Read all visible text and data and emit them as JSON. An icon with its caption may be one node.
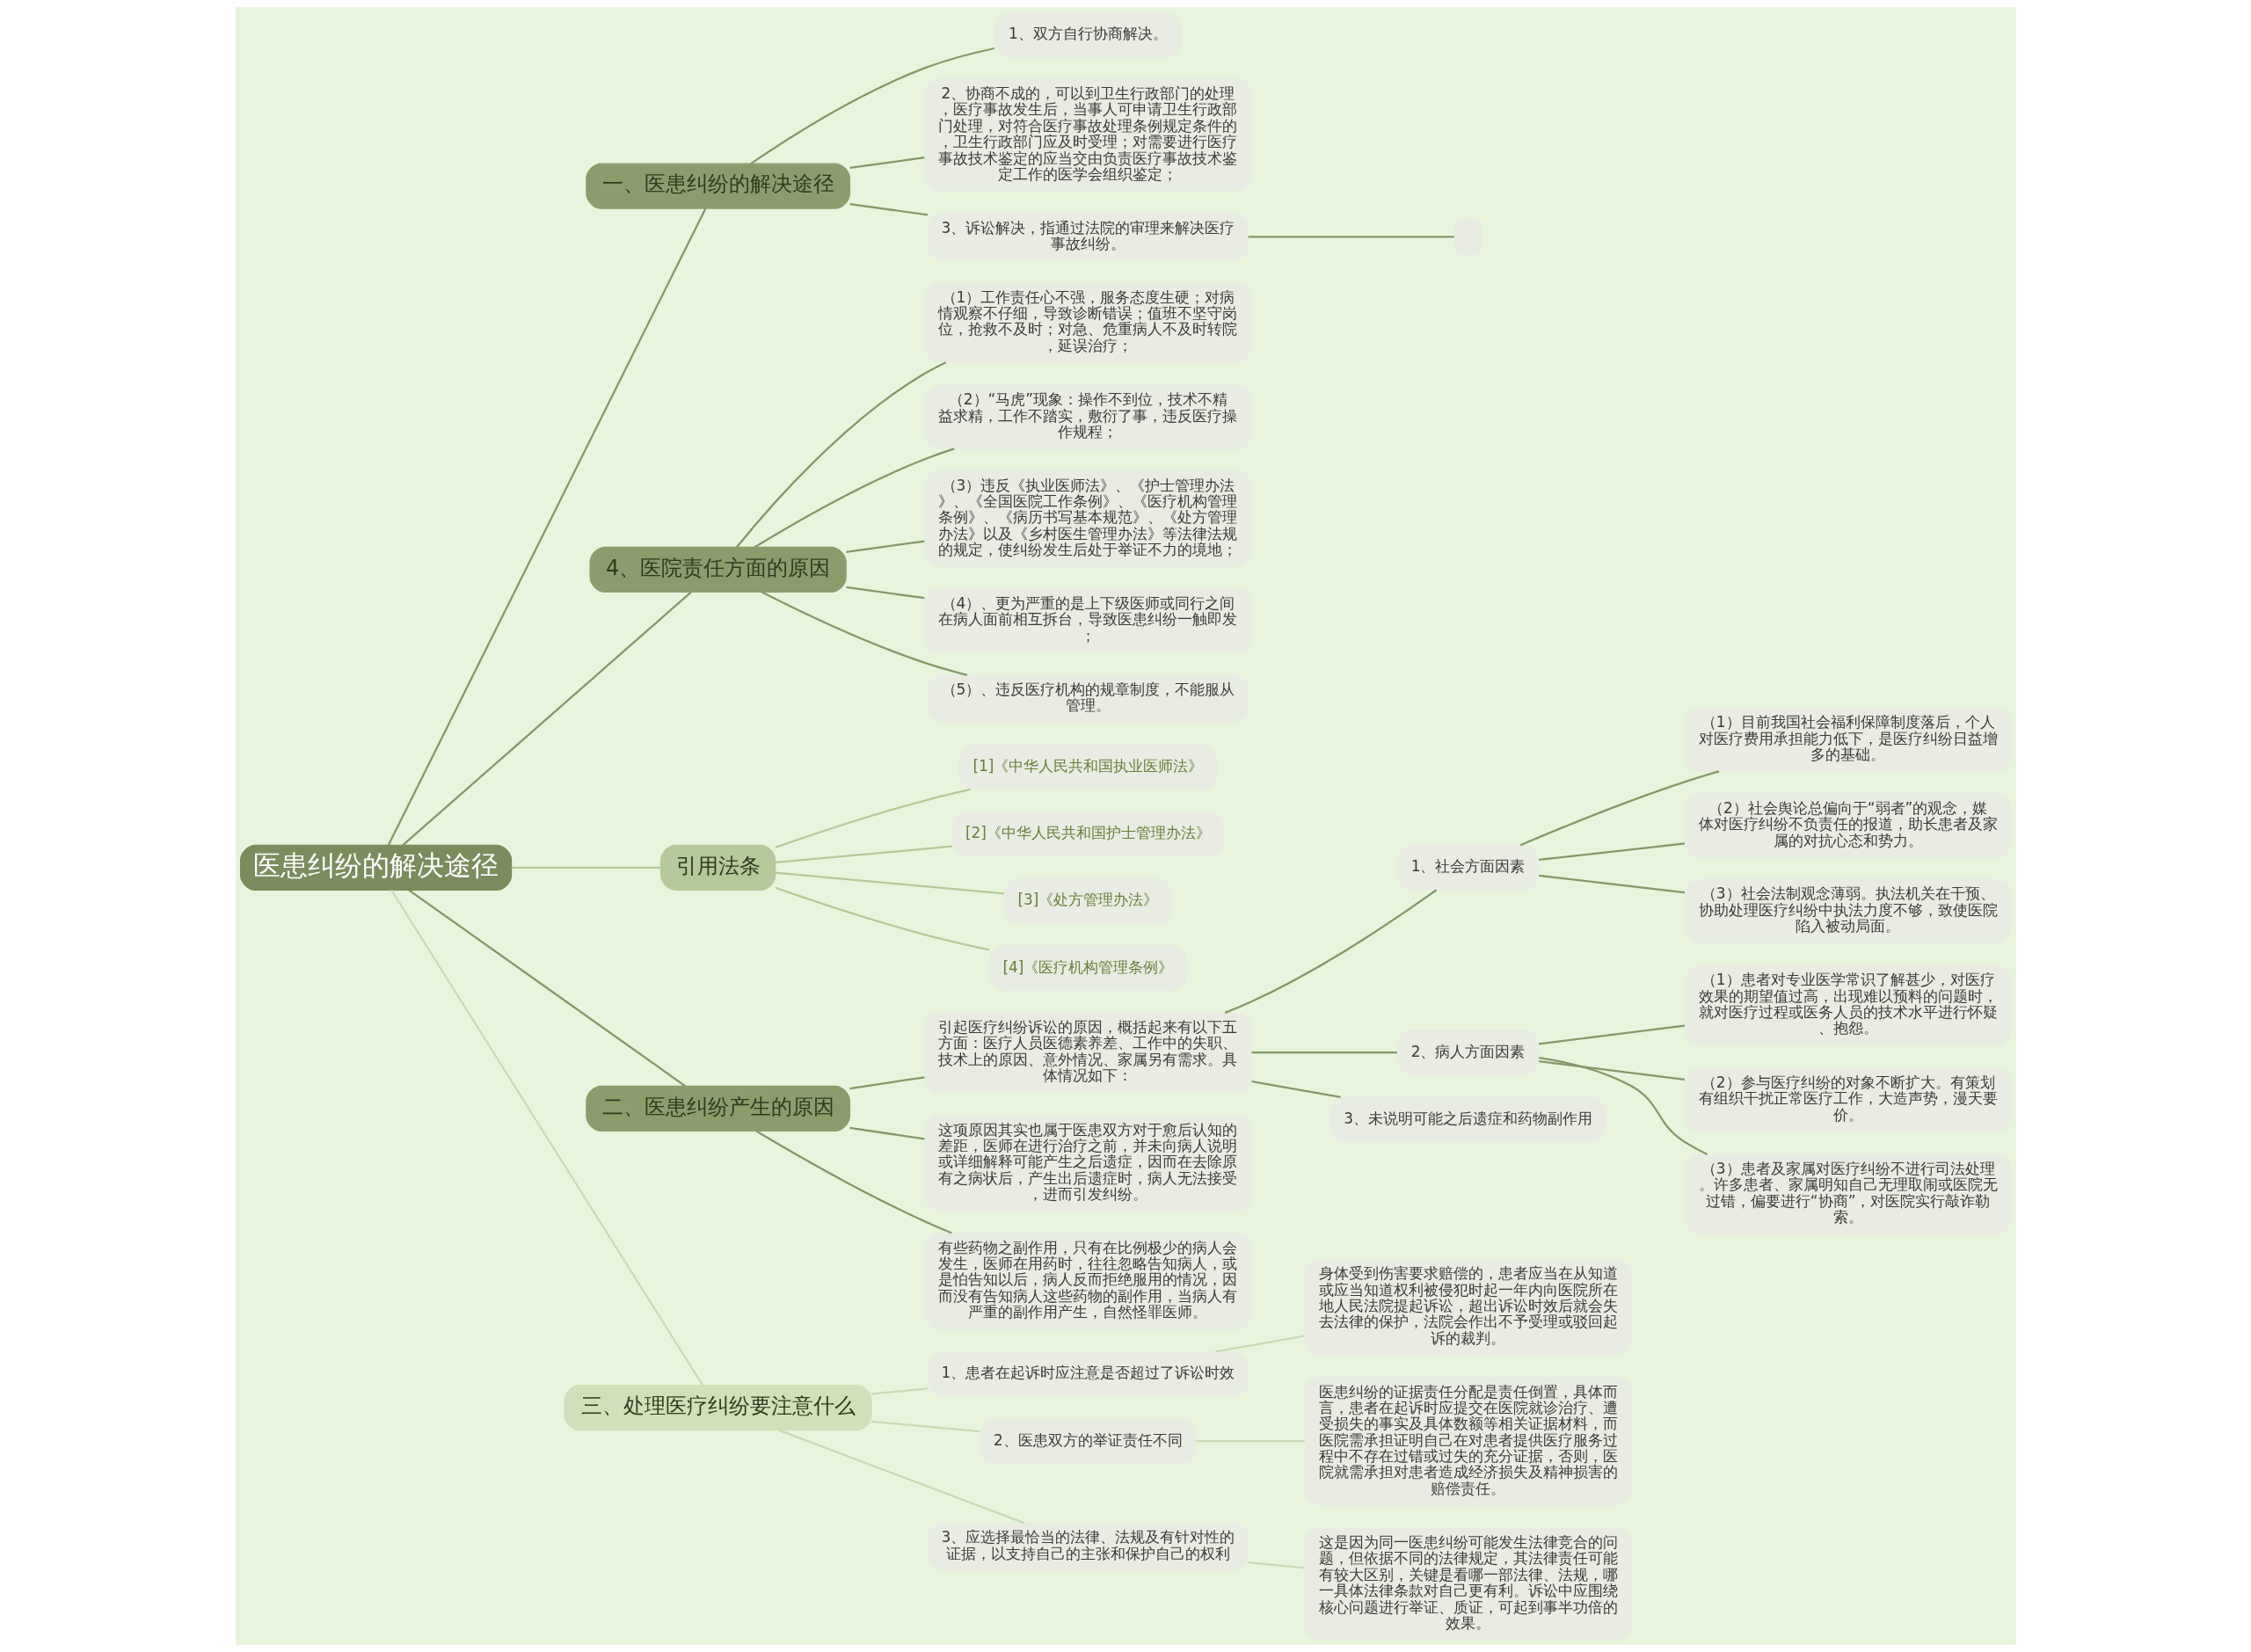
{
  "diagram": {
    "nodes": [
      {
        "text": [
          "医患纠纷的解决途径"
        ]
      },
      {
        "text": [
          "一、医患纠纷的解决途径"
        ]
      },
      {
        "text": [
          "1、双方自行协商解决。"
        ]
      },
      {
        "text": [
          "2、协商不成的，可以到卫生行政部门的处理，医疗事故发生后，当事人可申请卫生行政部门处理，对符合医疗事故处理条例规定条件的，卫生行政部门应及时受理；对需要进行医疗事故技术鉴定的应当交由负责医疗事故技术鉴定工作的医学会组织鉴定；"
        ]
      },
      {
        "text": [
          "3、诉讼解决，指通过法院的审理来解决医疗事故纠纷。"
        ]
      },
      {
        "text": [],
        "shape": "box"
      },
      {
        "text": [
          "4、医院责任方面的原因"
        ]
      },
      {
        "text": [
          "（1）工作责任心不强，服务态度生硬；对病情观察不仔细，导致诊断错误；值班不坚守岗位，抢救不及时；对急、危重病人不及时转院，延误治疗；"
        ]
      },
      {
        "text": [
          "（2）“马虎”现象：操作不到位，技术不精益求精，工作不踏实，敷衍了事，违反医疗操作规程；"
        ]
      },
      {
        "text": [
          "（3）违反《执业医师法》、《护士管理办法》、《全国医院工作条例》、《医疗机构管理条例》、《病历书写基本规范》、《处方管理办法》以及《乡村医生管理办法》等法律法规的规定，使纠纷发生后处于举证不力的境地；"
        ]
      },
      {
        "text": [
          "（4）、更为严重的是上下级医师或同行之间在病人面前相互拆台，导致医患纠纷一触即发；"
        ]
      },
      {
        "text": [
          "（5）、违反医疗机构的规章制度，不能服从管理。"
        ]
      },
      {
        "text": [
          "引用法条"
        ]
      },
      {
        "text": [
          "[1]《中华人民共和国执业医师法》"
        ]
      },
      {
        "text": [
          "[2]《中华人民共和国护士管理办法》"
        ]
      },
      {
        "text": [
          "[3]《处方管理办法》"
        ]
      },
      {
        "text": [
          "[4]《医疗机构管理条例》"
        ]
      },
      {
        "text": [
          "二、医患纠纷产生的原因"
        ]
      },
      {
        "text": [
          "引起医疗纠纷诉讼的原因，概括起来有以下五方面：医疗人员医德素养差、工作中的失职、技术上的原因、意外情况、家属另有需求。具体情况如下："
        ]
      },
      {
        "text": [
          "1、社会方面因素"
        ]
      },
      {
        "text": [
          "（1）目前我国社会福利保障制度落后，个人对医疗费用承担能力低下，是医疗纠纷日益增多的基础。"
        ]
      },
      {
        "text": [
          "（2）社会舆论总偏向于“弱者”的观念，媒体对医疗纠纷不负责任的报道，助长患者及家属的对抗心态和势力。"
        ]
      },
      {
        "text": [
          "（3）社会法制观念薄弱。执法机关在干预、协助处理医疗纠纷中执法力度不够，致使医院陷入被动局面。"
        ]
      },
      {
        "text": [
          "2、病人方面因素"
        ]
      },
      {
        "text": [
          "（1）患者对专业医学常识了解甚少，对医疗效果的期望值过高，出现难以预料的问题时，就对医疗过程或医务人员的技术水平进行怀疑、抱怨。"
        ]
      },
      {
        "text": [
          "（2）参与医疗纠纷的对象不断扩大。有策划有组织干扰正常医疗工作，大造声势，漫天要价。"
        ]
      },
      {
        "text": [
          "（3）患者及家属对医疗纠纷不进行司法处理。许多患者、家属明知自己无理取闹或医院无过错，偏要进行“协商”，对医院实行敲诈勒索。"
        ]
      },
      {
        "text": [
          "3、未说明可能之后遗症和药物副作用"
        ]
      },
      {
        "text": [
          "这项原因其实也属于医患双方对于愈后认知的差距，医师在进行治疗之前，并未向病人说明或详细解释可能产生之后遗症，因而在去除原有之病状后，产生出后遗症时，病人无法接受，进而引发纠纷。"
        ]
      },
      {
        "text": [
          "有些药物之副作用，只有在比例极少的病人会发生，医师在用药时，往往忽略告知病人，或是怕告知以后，病人反而拒绝服用的情况，因而没有告知病人这些药物的副作用，当病人有严重的副作用产生，自然怪罪医师。"
        ]
      },
      {
        "text": [
          "三、处理医疗纠纷要注意什么"
        ]
      },
      {
        "text": [
          "1、患者在起诉时应注意是否超过了诉讼时效"
        ]
      },
      {
        "text": [
          "身体受到伤害要求赔偿的，患者应当在从知道或应当知道权利被侵犯时起一年内向医院所在地人民法院提起诉讼，超出诉讼时效后就会失去法律的保护，法院会作出不予受理或驳回起诉的裁判。"
        ]
      },
      {
        "text": [
          "2、医患双方的举证责任不同"
        ]
      },
      {
        "text": [
          "医患纠纷的证据责任分配是责任倒置，具体而言，患者在起诉时应提交在医院就诊治疗、遭受损失的事实及具体数额等相关证据材料，而医院需承担证明自己在对患者提供医疗服务过程中不存在过错或过失的充分证据，否则，医院就需承担对患者造成经济损失及精神损害的赔偿责任。"
        ]
      },
      {
        "text": [
          "3、应选择最恰当的法律、法规及有针对性的证据，以支持自己的主张和保护自己的权利"
        ]
      },
      {
        "text": [
          "这是因为同一医患纠纷可能发生法律竞合的问题，但依据不同的法律规定，其法律责任可能有较大区别，关键是看哪一部法律、法规，哪一具体法律条款对自己更有利。诉讼中应围绕核心问题进行举证、质证，可起到事半功倍的效果。"
        ]
      }
    ],
    "edges": [
      {
        "from": 0,
        "to": 1,
        "arrow": "none"
      },
      {
        "from": 1,
        "to": 2,
        "arrow": "none"
      },
      {
        "from": 1,
        "to": 3,
        "arrow": "none"
      },
      {
        "from": 1,
        "to": 4,
        "arrow": "none"
      },
      {
        "from": 4,
        "to": 5,
        "arrow": "none"
      },
      {
        "from": 0,
        "to": 6,
        "arrow": "none"
      },
      {
        "from": 6,
        "to": 7,
        "arrow": "none"
      },
      {
        "from": 6,
        "to": 8,
        "arrow": "none"
      },
      {
        "from": 6,
        "to": 9,
        "arrow": "none"
      },
      {
        "from": 6,
        "to": 10,
        "arrow": "none"
      },
      {
        "from": 6,
        "to": 11,
        "arrow": "none"
      },
      {
        "from": 0,
        "to": 12,
        "arrow": "none",
        "color": "#b5c99a"
      },
      {
        "from": 12,
        "to": 13,
        "arrow": "none",
        "color": "#b5c99a"
      },
      {
        "from": 12,
        "to": 14,
        "arrow": "none",
        "color": "#b5c99a"
      },
      {
        "from": 12,
        "to": 15,
        "arrow": "none",
        "color": "#b5c99a"
      },
      {
        "from": 12,
        "to": 16,
        "arrow": "none",
        "color": "#b5c99a"
      },
      {
        "from": 0,
        "to": 17,
        "arrow": "none"
      },
      {
        "from": 17,
        "to": 18,
        "arrow": "none"
      },
      {
        "from": 18,
        "to": 19,
        "arrow": "none"
      },
      {
        "from": 19,
        "to": 20,
        "arrow": "none"
      },
      {
        "from": 19,
        "to": 21,
        "arrow": "none"
      },
      {
        "from": 19,
        "to": 22,
        "arrow": "none"
      },
      {
        "from": 18,
        "to": 23,
        "arrow": "none"
      },
      {
        "from": 23,
        "to": 24,
        "arrow": "none"
      },
      {
        "from": 23,
        "to": 25,
        "arrow": "none"
      },
      {
        "from": 23,
        "to": 26,
        "arrow": "none"
      },
      {
        "from": 18,
        "to": 27,
        "arrow": "none"
      },
      {
        "from": 17,
        "to": 28,
        "arrow": "none"
      },
      {
        "from": 17,
        "to": 29,
        "arrow": "none"
      },
      {
        "from": 0,
        "to": 30,
        "arrow": "none",
        "color": "#c8dbb4"
      },
      {
        "from": 30,
        "to": 31,
        "arrow": "none",
        "color": "#c8dbb4"
      },
      {
        "from": 31,
        "to": 32,
        "arrow": "none",
        "color": "#c8dbb4"
      },
      {
        "from": 30,
        "to": 33,
        "arrow": "none",
        "color": "#c8dbb4"
      },
      {
        "from": 33,
        "to": 34,
        "arrow": "none",
        "color": "#c8dbb4"
      },
      {
        "from": 30,
        "to": 35,
        "arrow": "none",
        "color": "#c8dbb4"
      },
      {
        "from": 35,
        "to": 36,
        "arrow": "none",
        "color": "#c8dbb4"
      }
    ]
  }
}
